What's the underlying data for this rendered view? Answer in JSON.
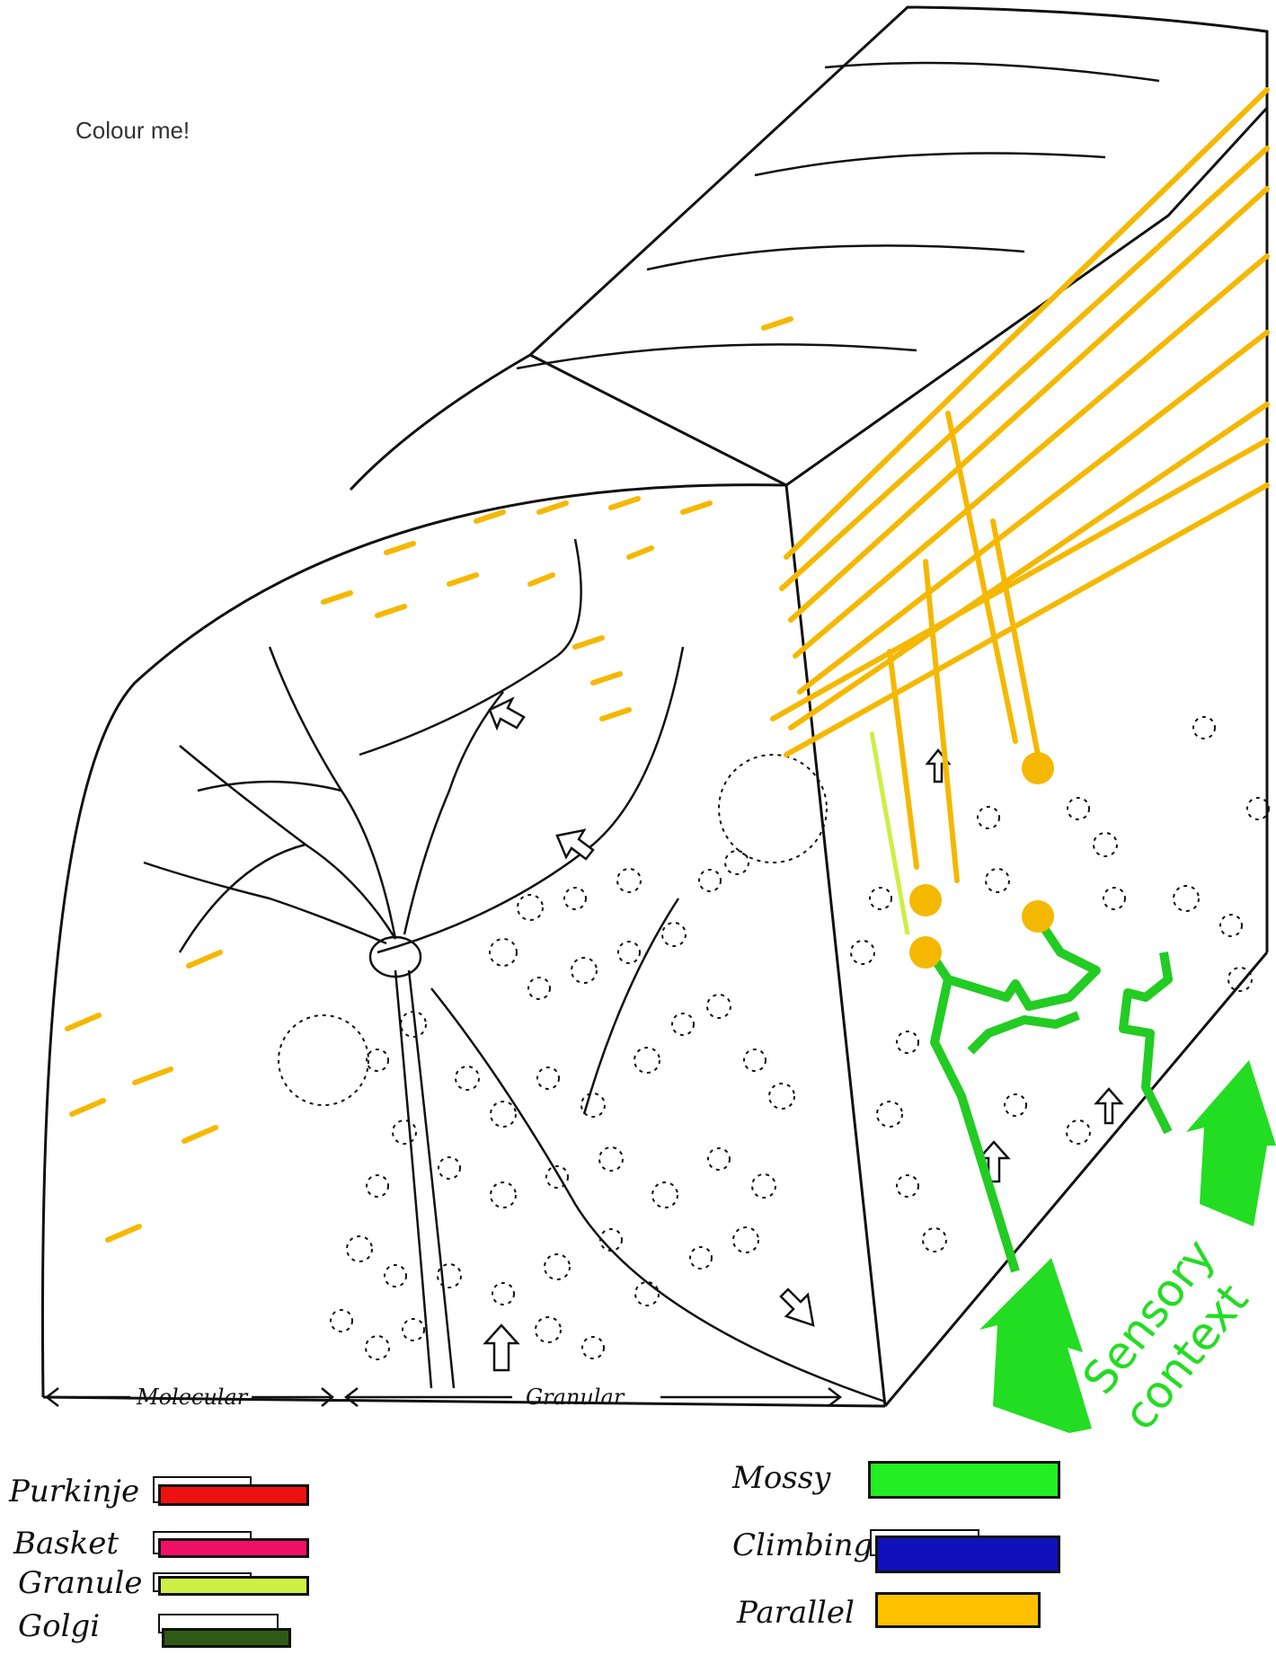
{
  "caption": "Colour me!",
  "layers": {
    "molecular": "Molecular",
    "granular": "Granular"
  },
  "annotation": {
    "line1": "Sensory",
    "line2": "context",
    "color": "#22dd22"
  },
  "legend": {
    "left": [
      {
        "label": "Purkinje",
        "color": "#ee1111"
      },
      {
        "label": "Basket",
        "color": "#ee1166"
      },
      {
        "label": "Granule",
        "color": "#ccf044"
      },
      {
        "label": "Golgi",
        "color": "#2e5a16"
      }
    ],
    "right": [
      {
        "label": "Mossy",
        "color": "#22ee22"
      },
      {
        "label": "Climbing",
        "color": "#1111bb"
      },
      {
        "label": "Parallel",
        "color": "#ffc000"
      }
    ]
  },
  "colors": {
    "parallel": "#f5b800",
    "mossy": "#22cc22",
    "granule": "#ccf044",
    "outline": "#111111"
  }
}
